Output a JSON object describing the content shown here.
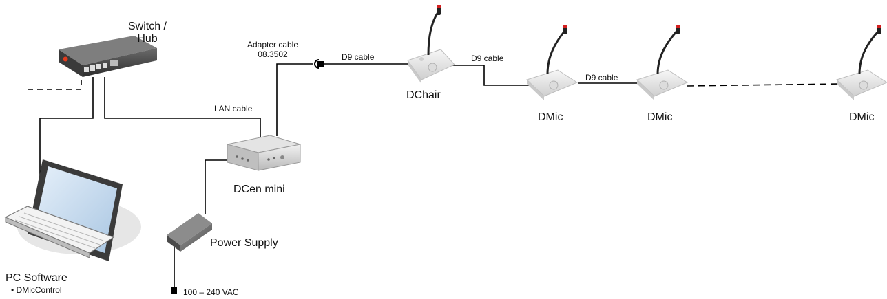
{
  "labels": {
    "switch_hub_line1": "Switch /",
    "switch_hub_line2": "Hub",
    "adapter_cable_line1": "Adapter cable",
    "adapter_cable_line2": "08.3502",
    "d9_cable_1": "D9 cable",
    "d9_cable_2": "D9 cable",
    "d9_cable_3": "D9 cable",
    "dchair": "DChair",
    "dmic_1": "DMic",
    "dmic_2": "DMic",
    "dmic_3": "DMic",
    "lan_cable": "LAN cable",
    "dcen_mini": "DCen mini",
    "power_supply": "Power Supply",
    "pc_software": "PC Software",
    "pc_software_item": "• DMicControl",
    "voltage": "100 – 240 VAC"
  },
  "colors": {
    "line": "#000000",
    "mic_tip": "#d42020",
    "device_grey": "#8a8a8a",
    "device_light": "#e8e8e8",
    "screen_blue": "#cfe2f3"
  }
}
